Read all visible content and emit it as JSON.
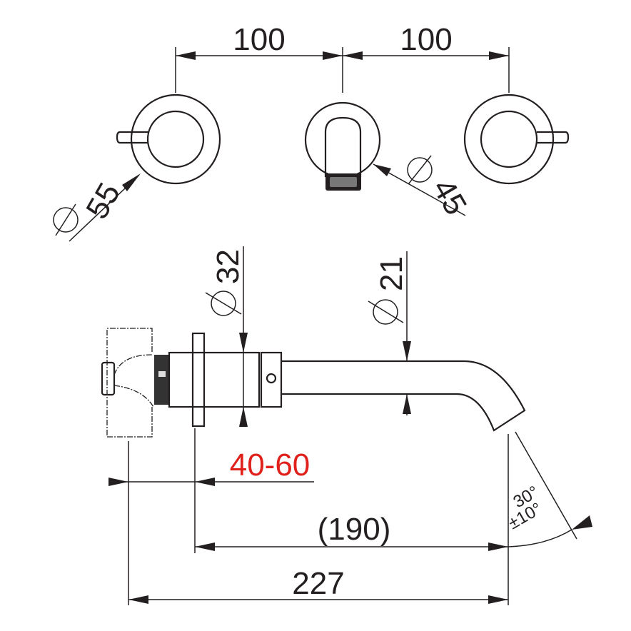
{
  "title": "Wall-mounted three-hole basin mixer dimension drawing",
  "colors": {
    "line": "#231f20",
    "highlight": "#e0201b"
  },
  "dimensions": {
    "spacing_left": "100",
    "spacing_right": "100",
    "handle_diameter": "55",
    "spout_rosette_diameter": "45",
    "body_diameter": "32",
    "spout_diameter": "21",
    "wall_depth_range": "40-60",
    "spout_projection": "(190)",
    "total_projection": "227",
    "spout_angle": "30°",
    "spout_angle_tolerance": "±10°"
  },
  "symbols": {
    "diameter": "diameter-symbol-icon"
  }
}
